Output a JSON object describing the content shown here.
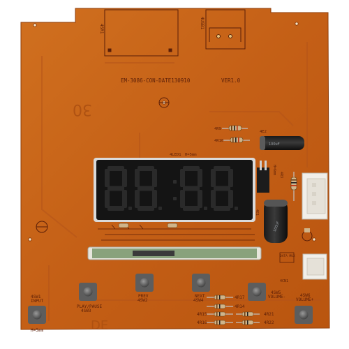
{
  "board": {
    "model_line": "EM-3086-CON-DATE130910",
    "version": "VER1.0",
    "colors": {
      "pcb": "#c9651a",
      "pcb_dark": "#a94d10",
      "silk": "#5a1e08",
      "display_body": "#101010",
      "segment_on": "#2a2a2a",
      "button_body": "#6e6e6e"
    }
  },
  "labels": {
    "ic_top_left": "4SR1",
    "connector_top": "4USB1",
    "led_display": "4LED1",
    "led_height": "H=5mm",
    "r9": "4R9",
    "r10": "4R10",
    "cap_e2": "4E2",
    "r3": "4R3",
    "cap_e1": "4E1",
    "data_mux": "DATA MUX",
    "cn1": "4CN1",
    "sw1_name": "4SW1",
    "sw1_func": "INPUT",
    "sw1_height": "H=5mm",
    "sw3_func": "PLAY/PAUSE",
    "sw3_name": "4SW3",
    "sw2_func": "PREV",
    "sw2_name": "4SW2",
    "sw4_func": "NEXT",
    "sw4_name": "4SW4",
    "sw5_name": "4SW5",
    "sw5_func": "VOLUME-",
    "sw6_name": "4SW6",
    "sw6_func": "VOLUME+",
    "r17": "4R17",
    "r14": "4R14",
    "r15": "4R15",
    "r16": "4R16",
    "r21": "4R21",
    "r22": "4R22"
  }
}
